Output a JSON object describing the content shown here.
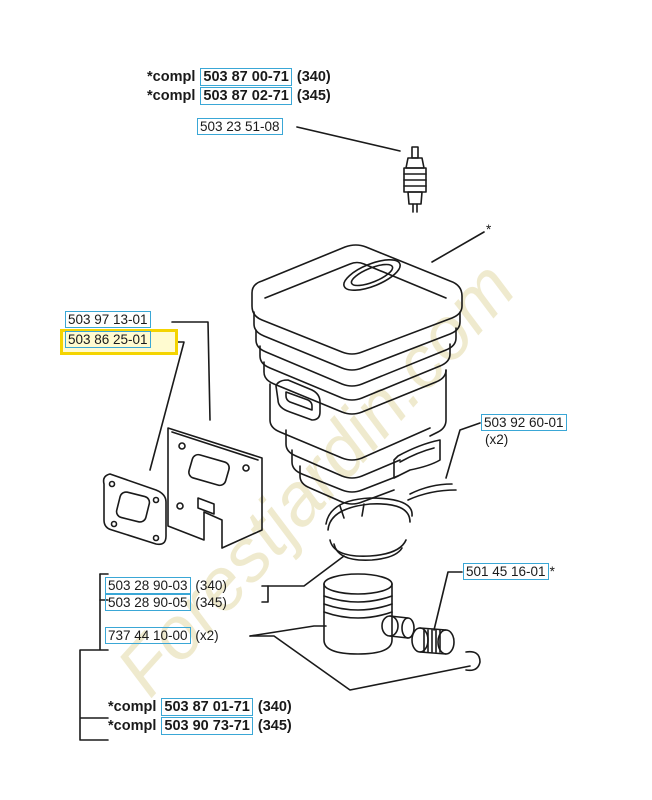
{
  "compl_top": [
    {
      "prefix": "*compl",
      "part": "503 87 00-71",
      "suffix": "(340)"
    },
    {
      "prefix": "*compl",
      "part": "503 87 02-71",
      "suffix": "(345)"
    }
  ],
  "spark_plug": {
    "part": "503 23 51-08"
  },
  "cylinder_note": "*",
  "gasket_parts": {
    "a": "503 97 13-01",
    "b": "503 86 25-01"
  },
  "ring_parts": {
    "part": "503 92 60-01",
    "qty": "(x2)"
  },
  "piston_parts": [
    {
      "part": "503 28 90-03",
      "suffix": "(340)"
    },
    {
      "part": "503 28 90-05",
      "suffix": "(345)"
    }
  ],
  "pin_part": {
    "part": "737 44 10-00",
    "suffix": "(x2)"
  },
  "bearing_part": {
    "part": "501 45 16-01",
    "suffix": "*"
  },
  "compl_bottom": [
    {
      "prefix": "*compl",
      "part": "503 87 01-71",
      "suffix": "(340)"
    },
    {
      "prefix": "*compl",
      "part": "503 90 73-71",
      "suffix": "(345)"
    }
  ],
  "watermark": "Forestjardin.com",
  "colors": {
    "label_border": "#3aa7d6",
    "highlight": "#f4d400",
    "watermark": "#e9e3c4",
    "line": "#1a1a1a"
  }
}
